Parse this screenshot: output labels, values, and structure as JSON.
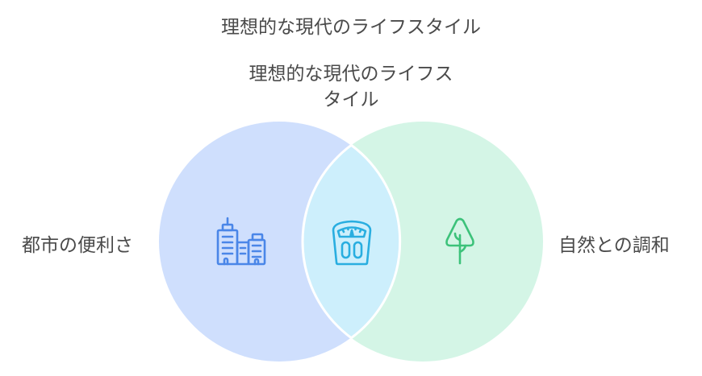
{
  "diagram": {
    "title": "理想的な現代のライフスタイル",
    "center_heading_line1": "理想的な現代のライフス",
    "center_heading_line2": "タイル",
    "sets": [
      {
        "label": "都市の便利さ",
        "icon": "city-buildings-icon",
        "fill": "#cfdffd",
        "icon_color": "#4a86e8"
      },
      {
        "label": "自然との調和",
        "icon": "tree-icon",
        "fill": "#d4f5e6",
        "icon_color": "#3cc27a"
      }
    ],
    "intersection": {
      "icon": "scale-icon",
      "fill": "#cdeffc",
      "icon_color": "#29aee0",
      "border": "#ffffff"
    }
  }
}
